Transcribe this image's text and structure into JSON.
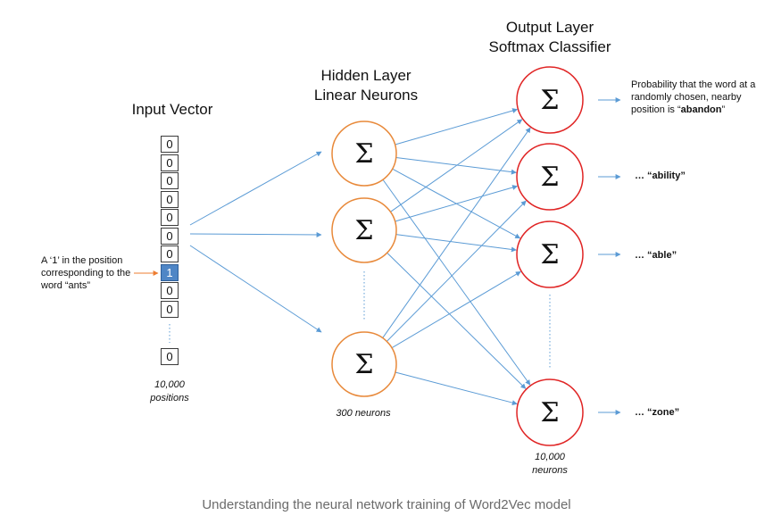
{
  "input": {
    "title": "Input Vector",
    "cells": [
      "0",
      "0",
      "0",
      "0",
      "0",
      "0",
      "0",
      "1",
      "0",
      "0"
    ],
    "last_cell": "0",
    "hot_index": 7,
    "size_label_line1": "10,000",
    "size_label_line2": "positions",
    "annotation": [
      "A ‘1’ in the position",
      "corresponding to the",
      "word “ants”"
    ]
  },
  "hidden": {
    "title_line1": "Hidden Layer",
    "title_line2": "Linear Neurons",
    "neuron_symbol": "Σ",
    "count_label": "300 neurons"
  },
  "output": {
    "title_line1": "Output Layer",
    "title_line2": "Softmax Classifier",
    "neuron_symbol": "Σ",
    "count_label_line1": "10,000",
    "count_label_line2": "neurons",
    "labels": {
      "abandon_prefix_1": "Probability that the word at a",
      "abandon_prefix_2": "randomly chosen, nearby",
      "abandon_prefix_3": "position is “",
      "abandon_word": "abandon",
      "abandon_suffix": "”",
      "ability": "… “ability”",
      "able": "… “able”",
      "zone": "… “zone”"
    }
  },
  "colors": {
    "hidden_neuron": "#e8893a",
    "output_neuron": "#e02424",
    "connection": "#5b9bd5",
    "input_arrow": "#ed7d31",
    "hot_cell": "#4f86c6",
    "caption": "#6b6b6b"
  },
  "caption": "Understanding the neural network training of Word2Vec model"
}
